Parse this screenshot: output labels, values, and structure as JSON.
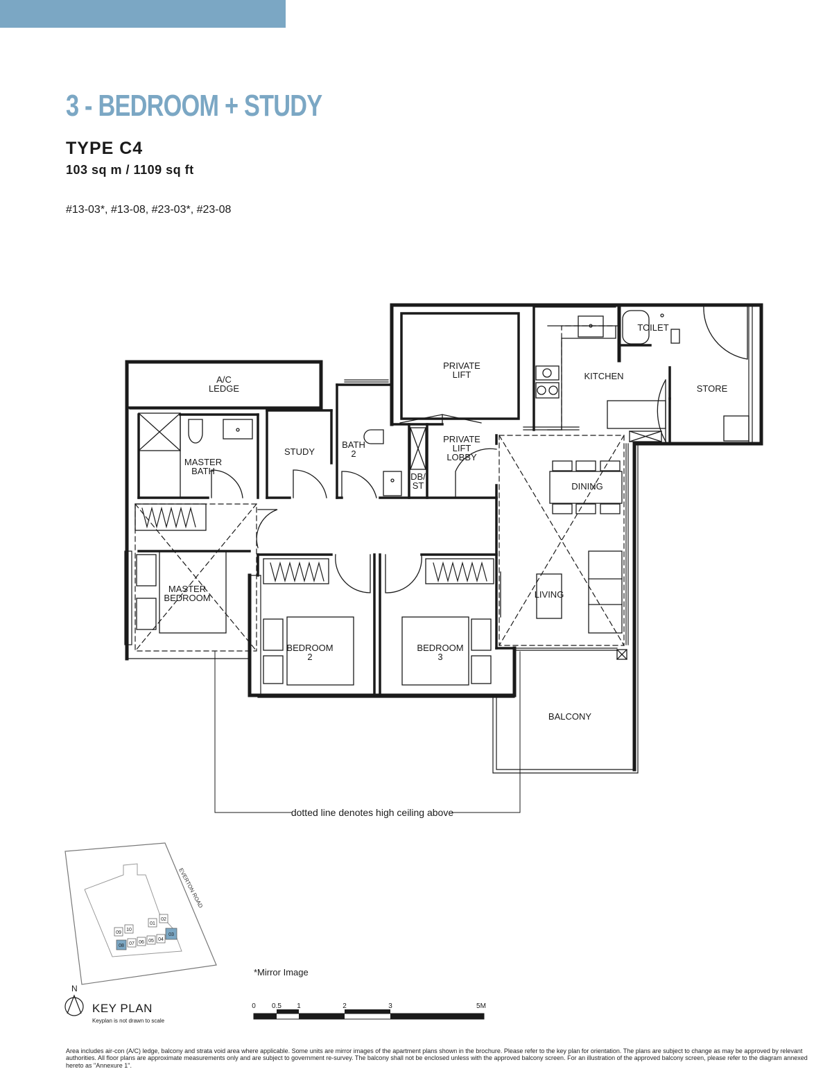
{
  "colors": {
    "accent": "#7ba7c4",
    "unit_highlight": "#7ba7c4",
    "line": "#1a1a1a"
  },
  "header": {
    "title": "3 - BEDROOM + STUDY",
    "type": "TYPE C4",
    "area": "103 sq m / 1109 sq ft",
    "units": "#13-03*, #13-08, #23-03*, #23-08"
  },
  "rooms": {
    "ac_ledge": [
      "A/C",
      "LEDGE"
    ],
    "master_bath": [
      "MASTER",
      "BATH"
    ],
    "study": "STUDY",
    "bath2": [
      "BATH",
      "2"
    ],
    "private_lift": [
      "PRIVATE",
      "LIFT"
    ],
    "lift_lobby": [
      "PRIVATE",
      "LIFT",
      "LOBBY"
    ],
    "dbst": [
      "DB/",
      "ST"
    ],
    "kitchen": "KITCHEN",
    "toilet": "TOILET",
    "store": "STORE",
    "dining": "DINING",
    "living": "LIVING",
    "master_bedroom": [
      "MASTER",
      "BEDROOM"
    ],
    "bedroom2": [
      "BEDROOM",
      "2"
    ],
    "bedroom3": [
      "BEDROOM",
      "3"
    ],
    "balcony": "BALCONY"
  },
  "ceiling_note": "dotted line denotes high ceiling above",
  "keyplan": {
    "road": "EVERTON ROAD",
    "units": [
      "09",
      "10",
      "01",
      "02",
      "08",
      "07",
      "06",
      "05",
      "04",
      "03"
    ],
    "highlighted": [
      "08",
      "03"
    ],
    "north": "N",
    "label": "KEY PLAN",
    "note": "Keyplan is not drawn to scale"
  },
  "mirror_note": "*Mirror Image",
  "scale": {
    "ticks": [
      "0",
      "0.5",
      "1",
      "2",
      "3",
      "5M"
    ]
  },
  "disclaimer": "Area includes air-con (A/C) ledge, balcony and strata void area where applicable. Some units are mirror images of the apartment plans shown in the brochure. Please refer to the key plan for orientation. The plans are subject to change as may be approved by relevant authorities. All floor plans are approximate measurements only and are subject to government re-survey. The balcony shall not be enclosed unless with the approved balcony screen. For an illustration of the approved balcony screen, please refer to the diagram annexed hereto as \"Annexure 1\"."
}
